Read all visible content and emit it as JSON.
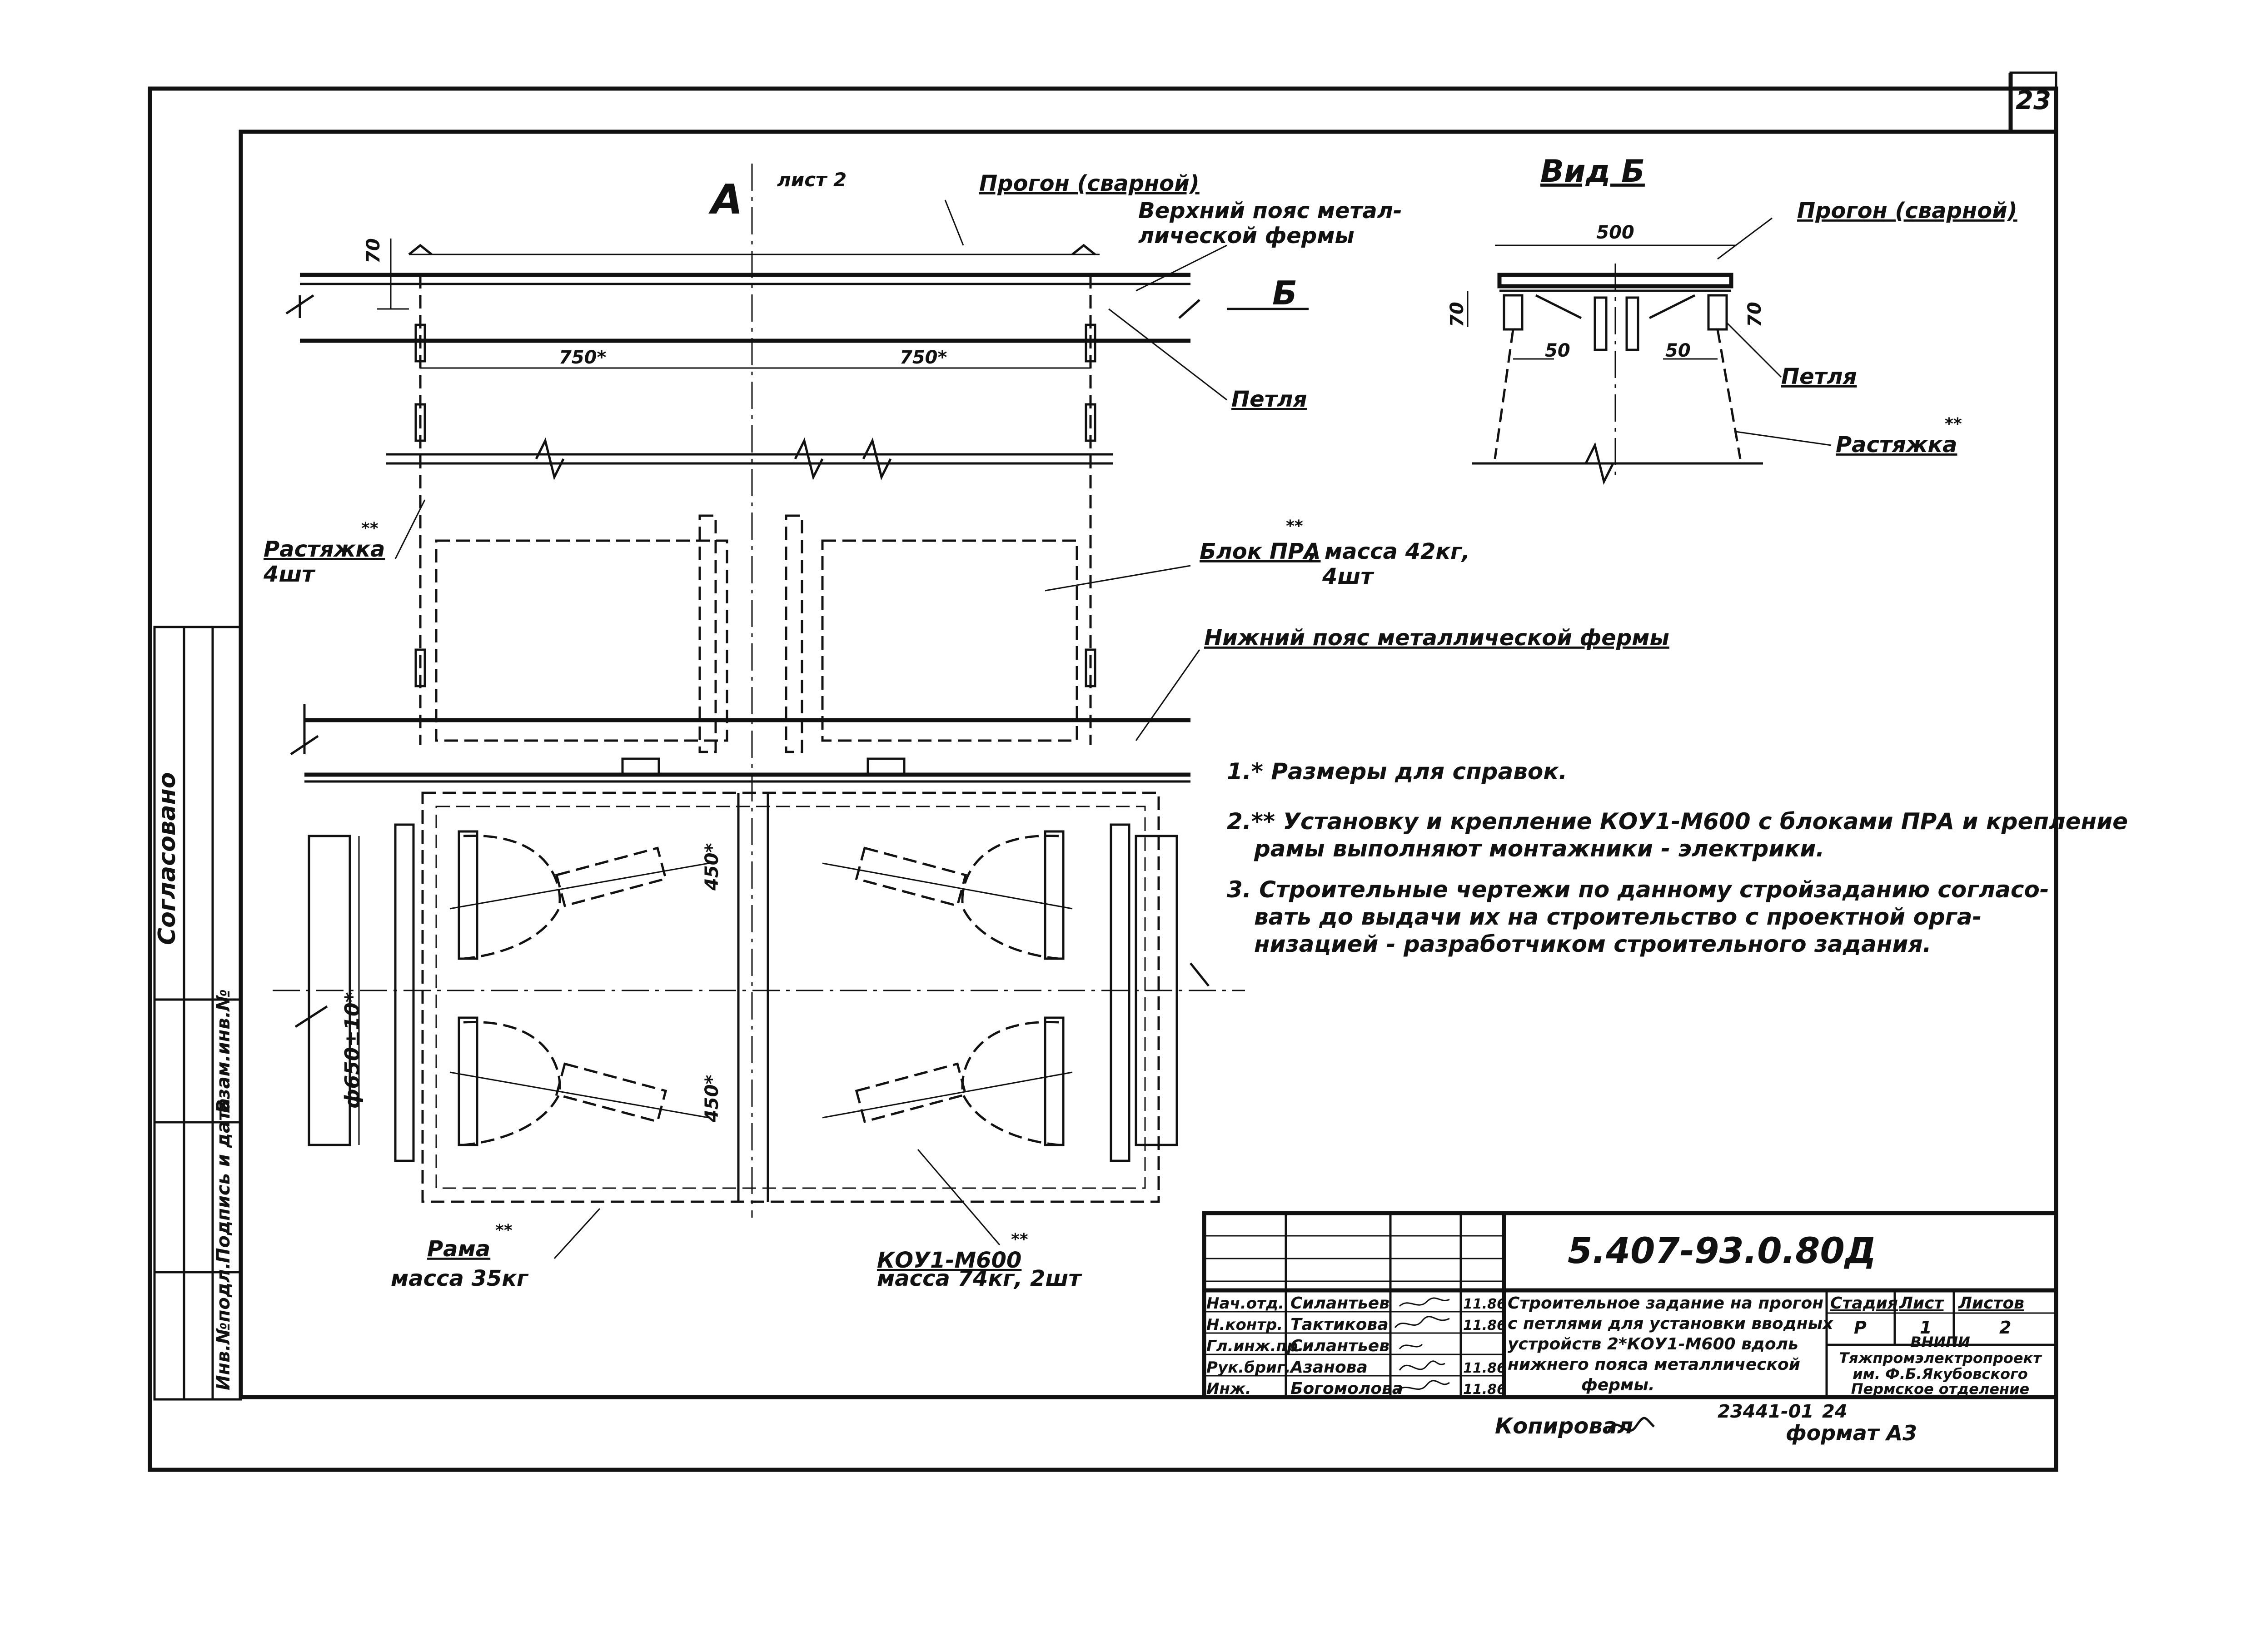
{
  "sheet_number": "23",
  "section_label": "А",
  "section_sheet": "лист 2",
  "view_b_title": "Вид Б",
  "section_b_mark": "Б",
  "labels": {
    "purlin": "Прогон (сварной)",
    "top_chord_1": "Верхний пояс метал-",
    "top_chord_2": "лической фермы",
    "loop": "Петля",
    "brace_1": "Растяжка",
    "brace_stars": "**",
    "brace_2": "4шт",
    "block_1": "Блок ПРА",
    "block_stars": "**",
    "block_2": ", масса 42кг,",
    "block_3": "4шт",
    "bottom_chord": "Нижний пояс металлической фермы",
    "frame_1": "Рама",
    "frame_stars": "**",
    "frame_2": "масса 35кг",
    "lamp_1": "КОУ1-М600",
    "lamp_stars": "**",
    "lamp_2": "масса 74кг, 2шт"
  },
  "dimensions": {
    "d70": "70",
    "d750_left": "750*",
    "d750_right": "750*",
    "d500": "500",
    "d50_left": "50",
    "d50_right": "50",
    "d450_top": "450*",
    "d450_bottom": "450*",
    "diameter": "ф650±10*"
  },
  "notes": [
    "1.* Размеры для справок.",
    "2.** Установку и крепление КОУ1-М600 с блоками ПРА и крепление",
    "рамы выполняют монтажники - электрики.",
    "3. Строительные чертежи по данному стройзаданию согласо-",
    "вать до выдачи их на строительство с проектной орга-",
    "низацией - разработчиком строительного задания."
  ],
  "side_stamp": {
    "agreement": "Согласовано",
    "inv_orig": "Инв.№подл.",
    "sign_date": "Подпись и дата",
    "replace_inv": "Взам.инв.№"
  },
  "title_block": {
    "doc_code": "5.407-93.0.80Д",
    "roles": [
      "Нач.отд.",
      "Н.контр.",
      "Гл.инж.пр.",
      "Рук.бриг.",
      "Инж."
    ],
    "names": [
      "Силантьев",
      "Тактикова",
      "Силантьев",
      "Азанова",
      "Богомолова"
    ],
    "dates": [
      "11.86",
      "11.86",
      "",
      "11.86",
      "11.86"
    ],
    "description": [
      "Строительное задание на прогон",
      "с петлями для установки вводных",
      "устройств 2*КОУ1-М600 вдоль",
      "нижнего пояса металлической",
      "фермы."
    ],
    "stage_header": "Стадия",
    "sheet_header": "Лист",
    "sheets_header": "Листов",
    "stage": "Р",
    "sheet": "1",
    "sheets": "2",
    "org": [
      "ВНИПИ",
      "Тяжпромэлектропроект",
      "им. Ф.Б.Якубовского",
      "Пермское отделение"
    ]
  },
  "footer": {
    "copied": "Копировал",
    "order": "23441-01",
    "page": "24",
    "format": "формат А3"
  }
}
